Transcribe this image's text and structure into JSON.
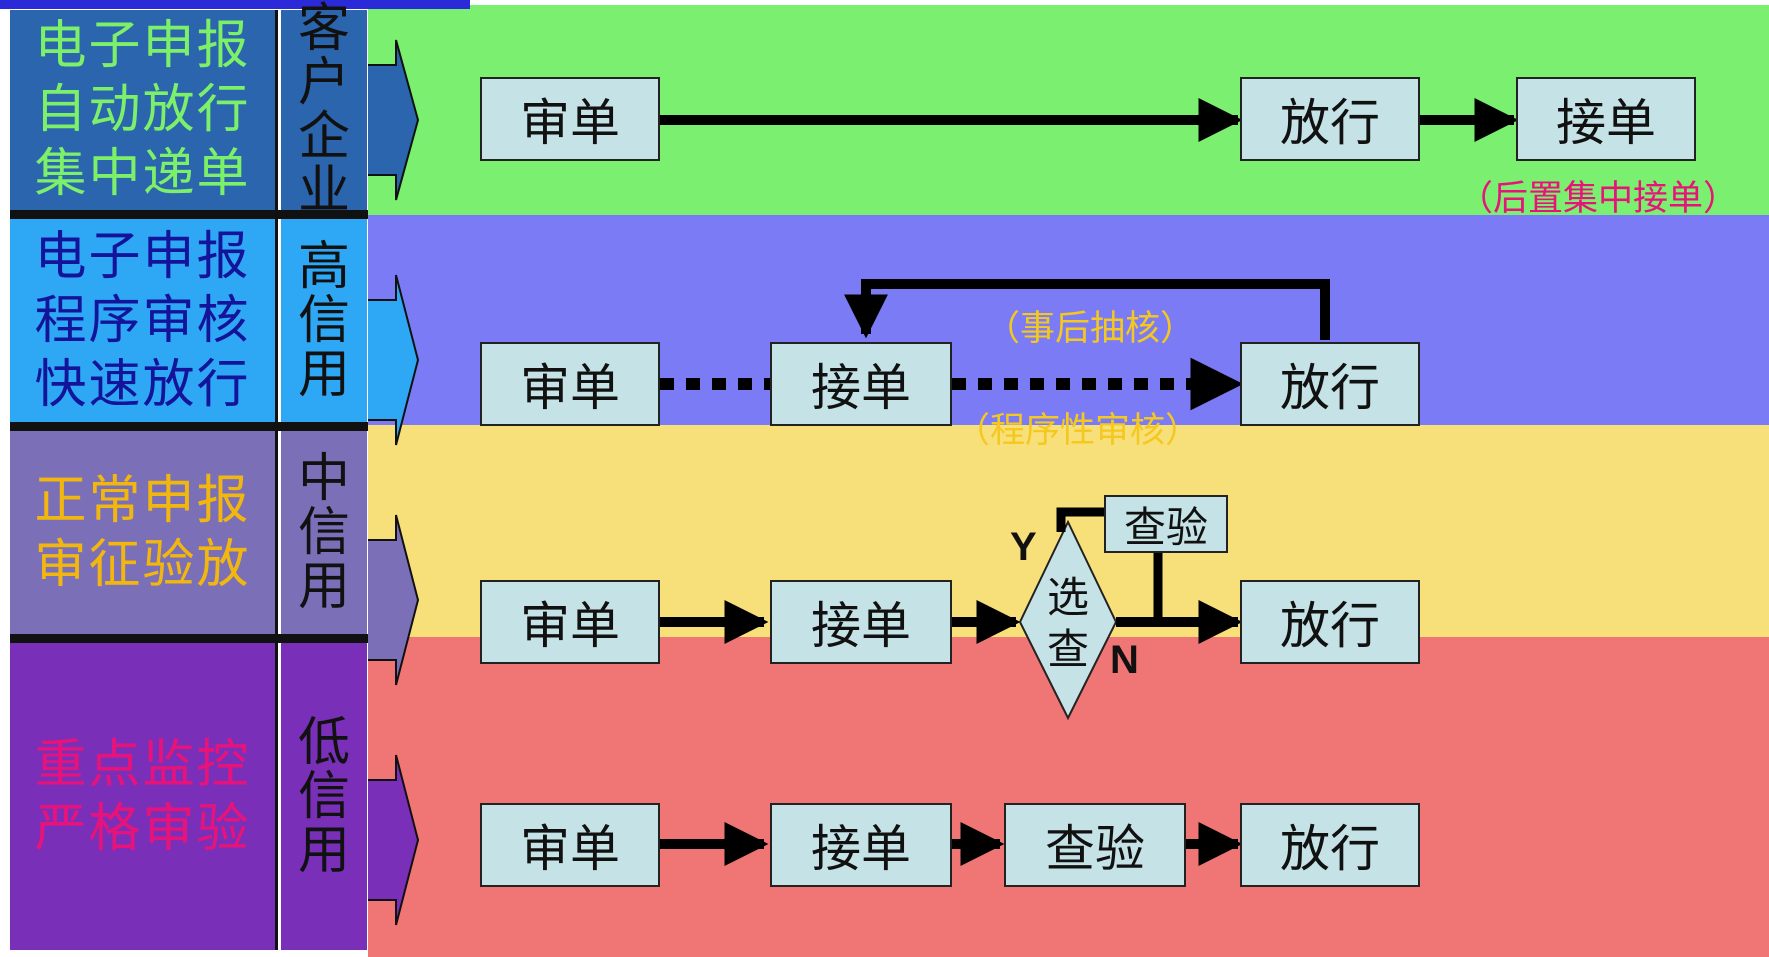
{
  "colors": {
    "band1": "#7bef6f",
    "band2": "#7b7cf5",
    "band3": "#f7e07a",
    "band4": "#f07575",
    "left1": "#2b65ad",
    "left2": "#2ea8f5",
    "left3": "#7b6fb8",
    "left4": "#7a2fb8",
    "text1": "#7df06a",
    "text2": "#13149a",
    "text3": "#f2b70e",
    "text4": "#e8137a",
    "note_pink": "#e8137a",
    "note_yellow": "#f4c81e",
    "box_fill": "#c5e3e6"
  },
  "rows": [
    {
      "left_lines": [
        "电子申报",
        "自动放行",
        "集中递单"
      ],
      "credit_chars": [
        "客",
        "户",
        "企",
        "业"
      ],
      "boxes": [
        "审单",
        "放行",
        "接单"
      ],
      "note": "（后置集中接单）"
    },
    {
      "left_lines": [
        "电子申报",
        "程序审核",
        "快速放行"
      ],
      "credit_chars": [
        "高",
        "信",
        "用"
      ],
      "boxes": [
        "审单",
        "接单",
        "放行"
      ],
      "note_top": "（事后抽核）",
      "note_bottom": "（程序性审核）"
    },
    {
      "left_lines": [
        "正常申报",
        "审征验放"
      ],
      "credit_chars": [
        "中",
        "信",
        "用"
      ],
      "boxes": [
        "审单",
        "接单",
        "放行"
      ],
      "diamond": [
        "选",
        "查"
      ],
      "check_box": "查验",
      "yes": "Y",
      "no": "N"
    },
    {
      "left_lines": [
        "重点监控",
        "严格审验"
      ],
      "credit_chars": [
        "低",
        "信",
        "用"
      ],
      "boxes": [
        "审单",
        "接单",
        "查验",
        "放行"
      ]
    }
  ]
}
